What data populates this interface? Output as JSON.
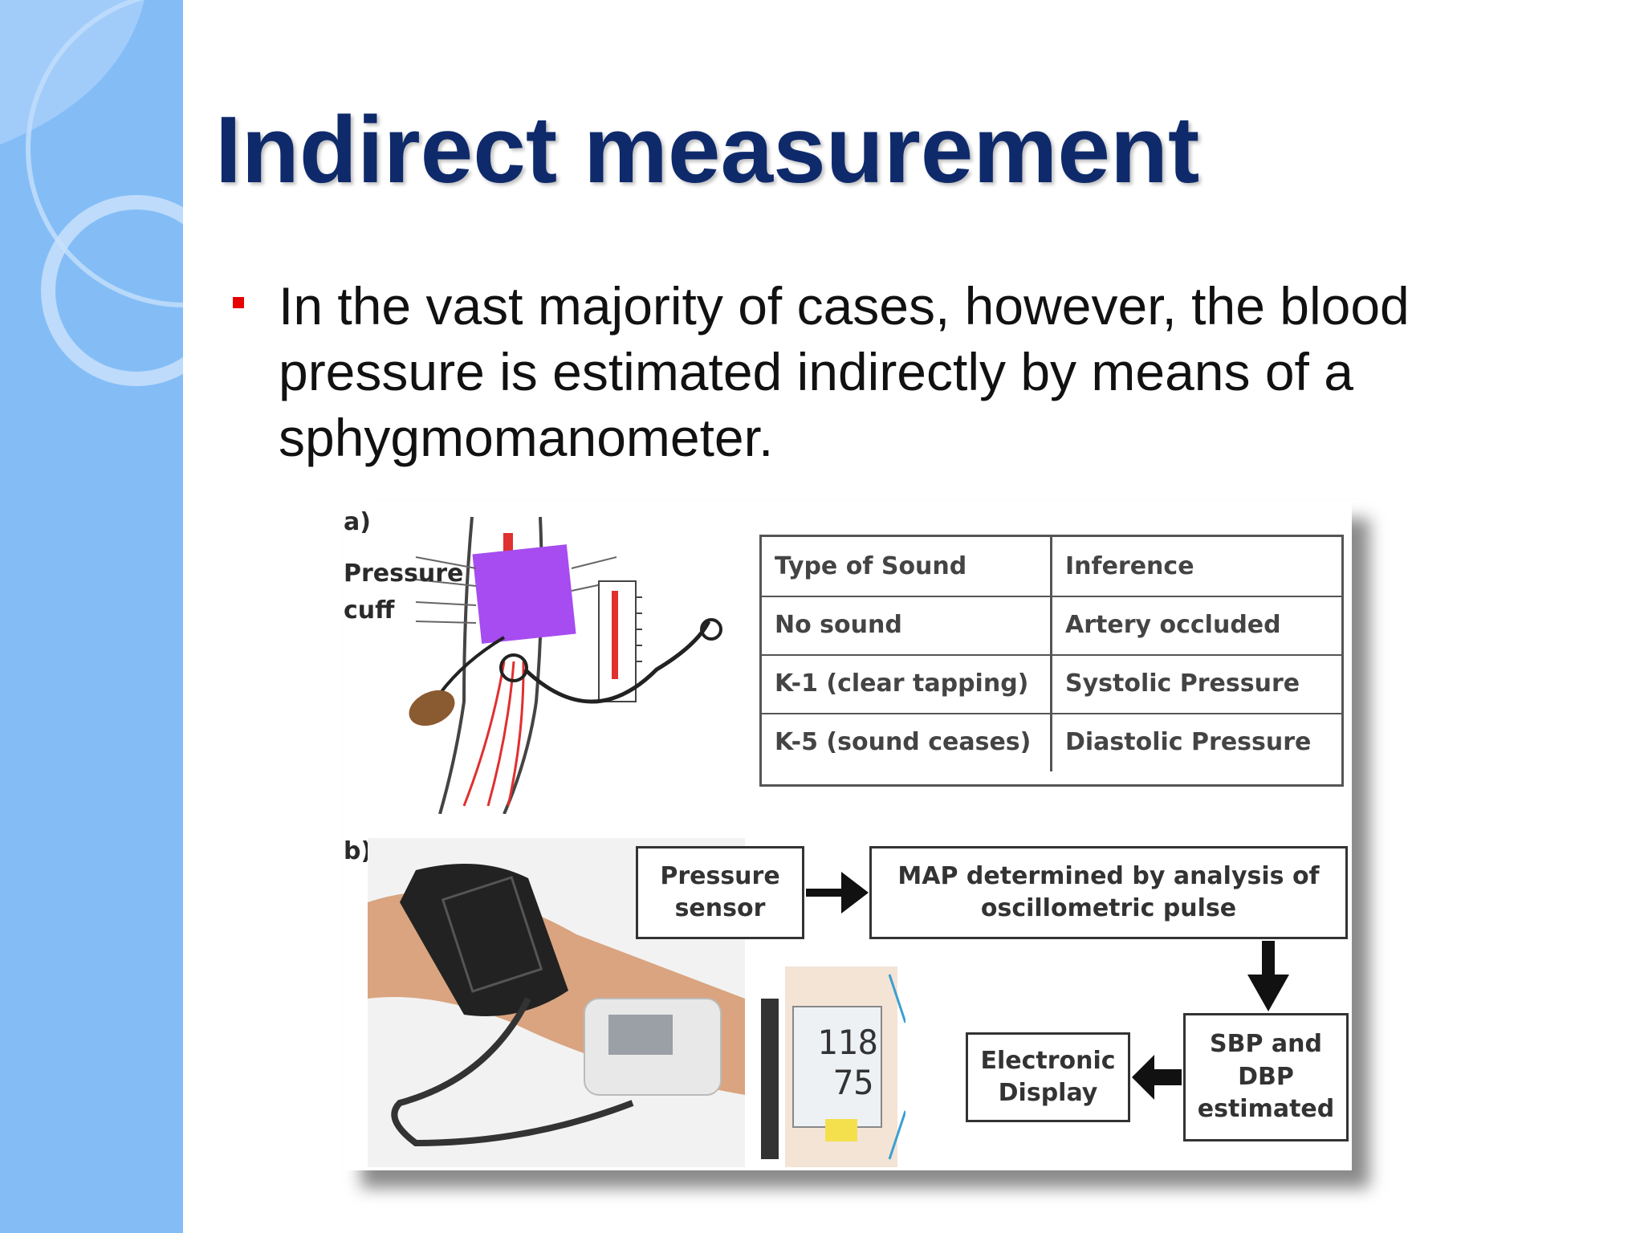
{
  "slide": {
    "title": "Indirect measurement",
    "bullet": "In the vast majority of cases, however, the blood pressure is estimated indirectly by means of a sphygmomanometer."
  },
  "figure": {
    "panel_a": {
      "label": "a)",
      "cuff_label": "Pressure cuff",
      "table": {
        "headers": [
          "Type of Sound",
          "Inference"
        ],
        "rows": [
          [
            "No sound",
            "Artery occluded"
          ],
          [
            "K-1 (clear tapping)",
            "Systolic Pressure"
          ],
          [
            "K-5 (sound ceases)",
            "Diastolic Pressure"
          ]
        ]
      }
    },
    "panel_b": {
      "label": "b)",
      "flow": {
        "pressure_sensor": "Pressure sensor",
        "map_analysis": "MAP determined by analysis of oscillometric pulse",
        "sbp_dbp": "SBP and DBP estimated",
        "electronic_display": "Electronic Display"
      },
      "monitor_readings": {
        "systolic": "118",
        "diastolic": "75"
      }
    }
  },
  "colors": {
    "sidebar": "#84bdf6",
    "title": "#0f2a6b",
    "bullet_marker": "#e60000",
    "cuff": "#a64cf0"
  }
}
